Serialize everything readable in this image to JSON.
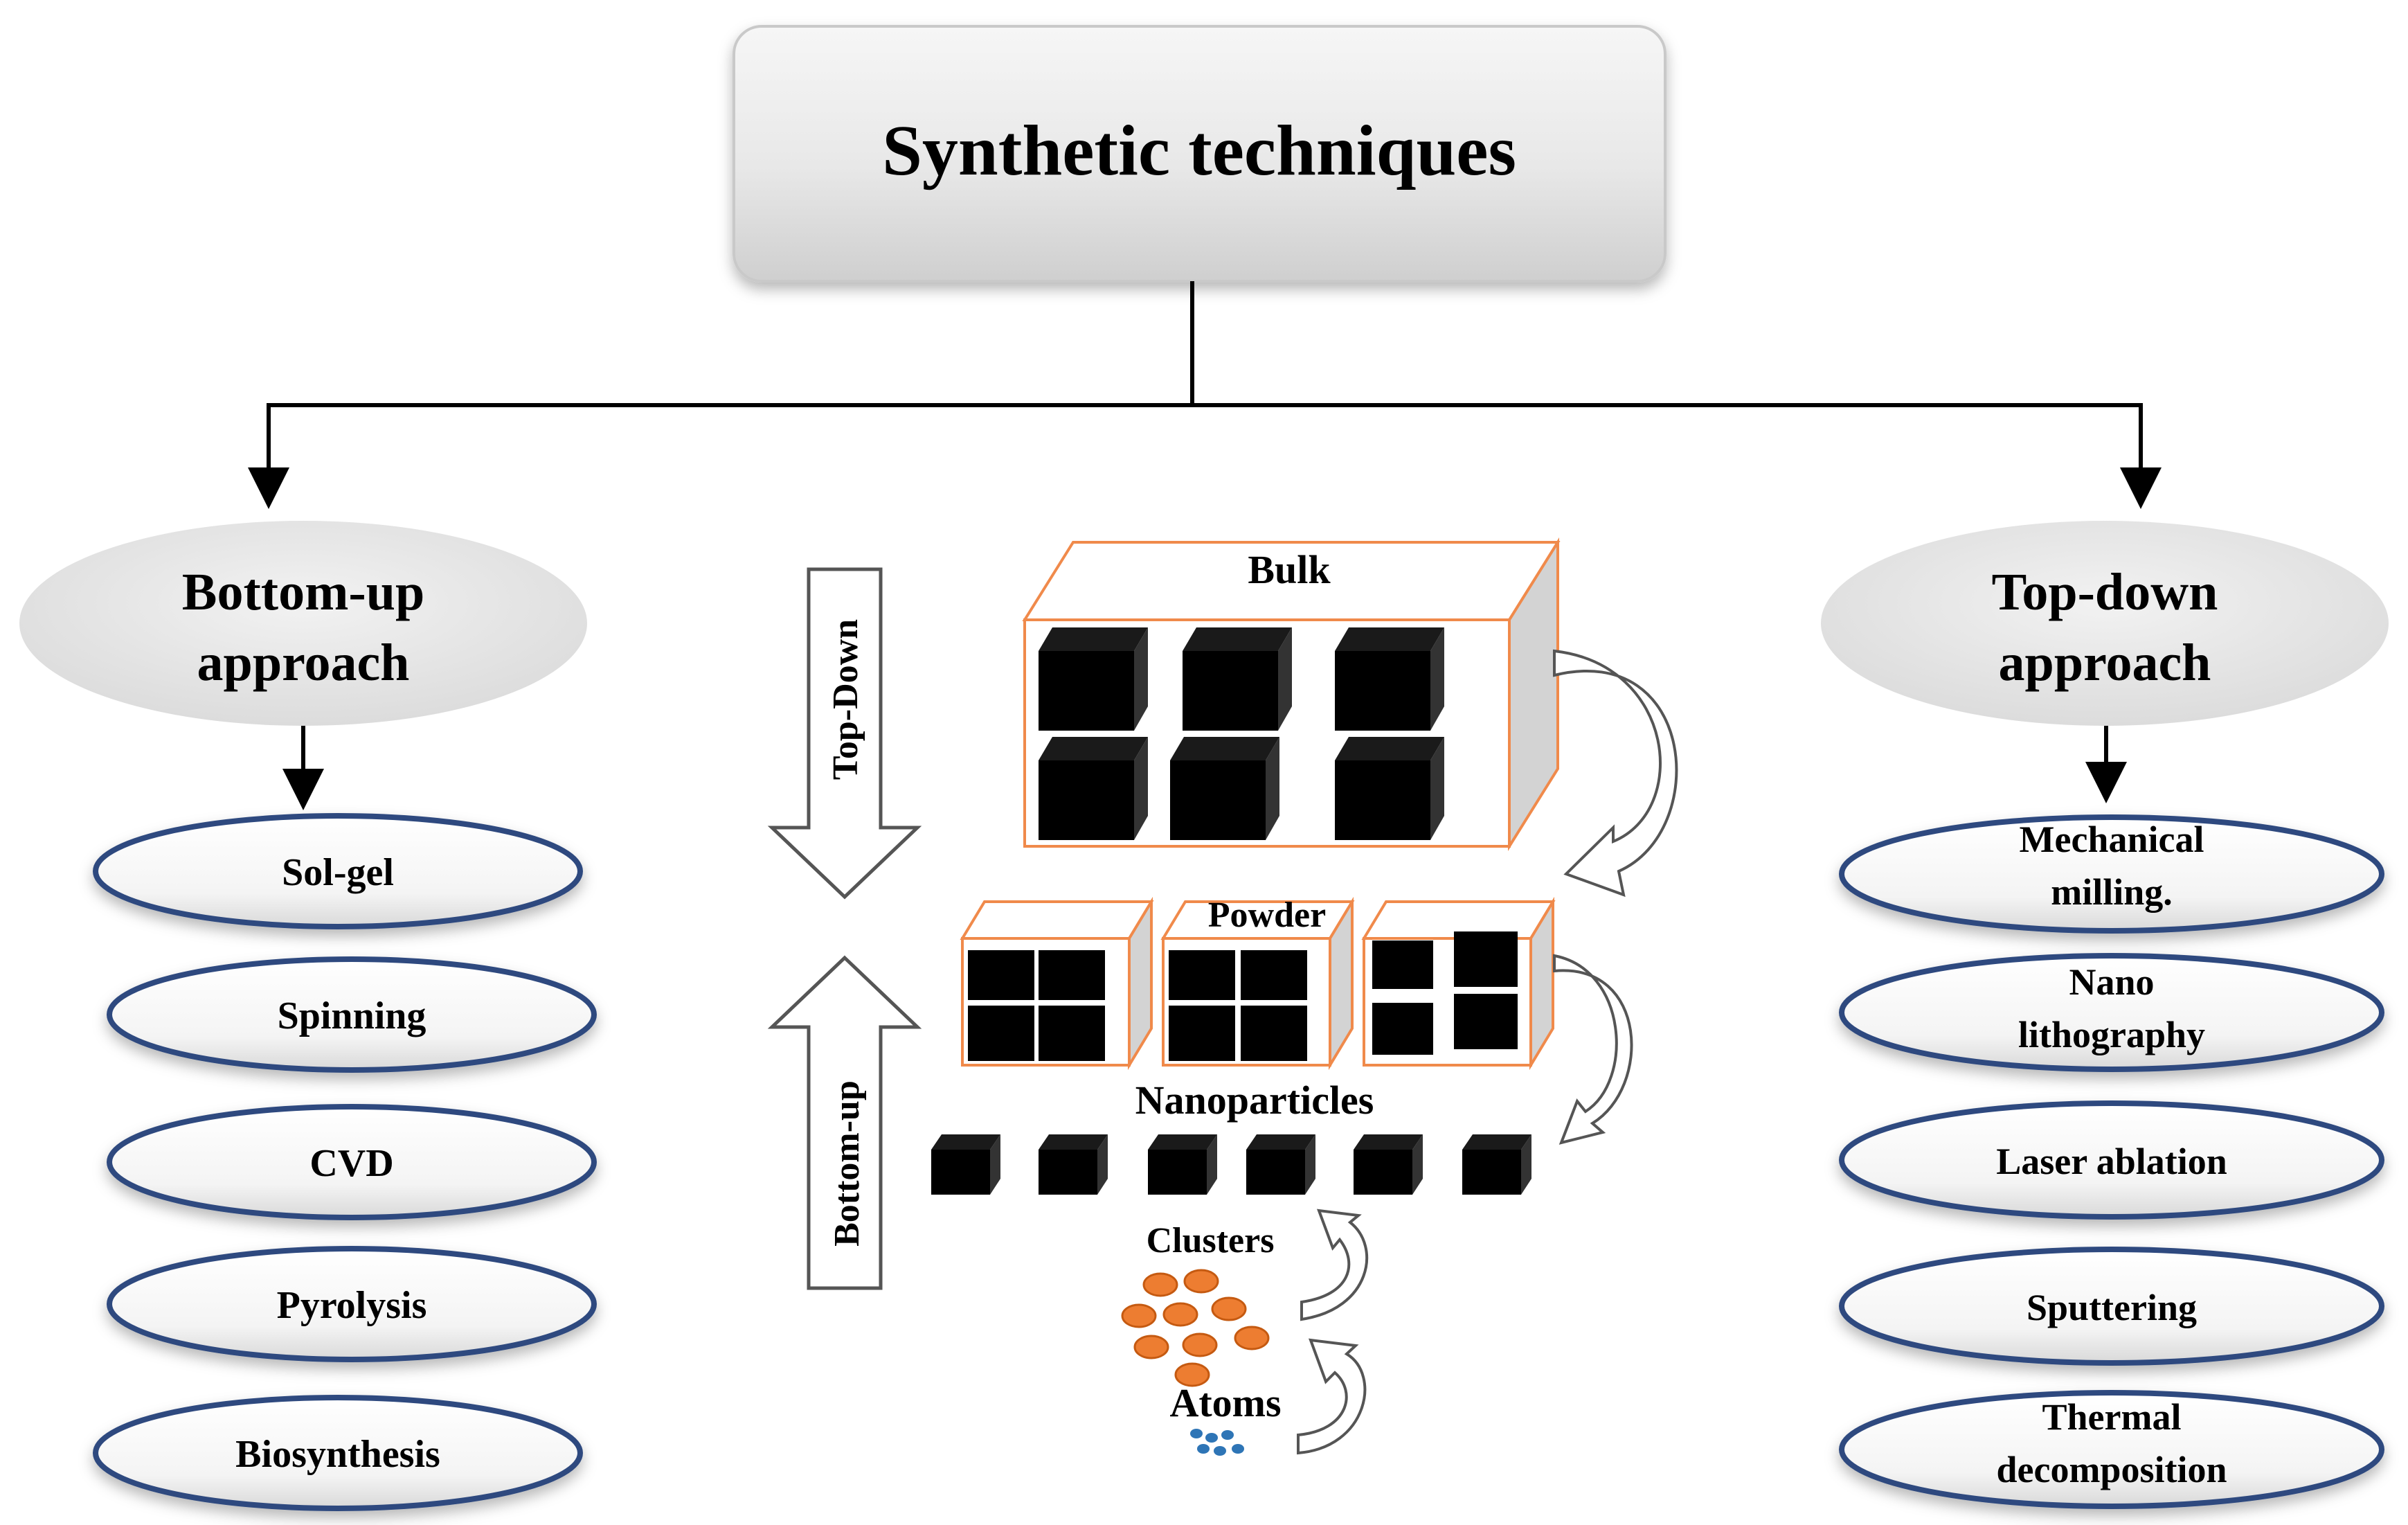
{
  "title": "Synthetic techniques",
  "left_branch": {
    "heading_lines": [
      "Bottom-up",
      "approach"
    ],
    "methods": [
      "Sol-gel",
      "Spinning",
      "CVD",
      "Pyrolysis",
      "Biosynthesis"
    ]
  },
  "right_branch": {
    "heading_lines": [
      "Top-down",
      "approach"
    ],
    "methods": [
      [
        "Mechanical",
        "milling."
      ],
      [
        "Nano",
        "lithography"
      ],
      [
        "Laser ablation"
      ],
      [
        "Sputtering"
      ],
      [
        "Thermal",
        "decomposition"
      ]
    ]
  },
  "center": {
    "top_down_arrow_label": "Top-Down",
    "bottom_up_arrow_label": "Bottom-up",
    "bulk_label": "Bulk",
    "powder_label": "Powder",
    "nanoparticles_label": "Nanoparticles",
    "clusters_label": "Clusters",
    "atoms_label": "Atoms"
  },
  "colors": {
    "box_outline": "#f08a4b",
    "cube": "#000000",
    "cluster": "#ed7d31",
    "atom": "#2e75b6",
    "ellipse_border": "#2f4a7f",
    "heading_ellipse": "#e6e6e6",
    "title_box": "#e9e9e9"
  }
}
